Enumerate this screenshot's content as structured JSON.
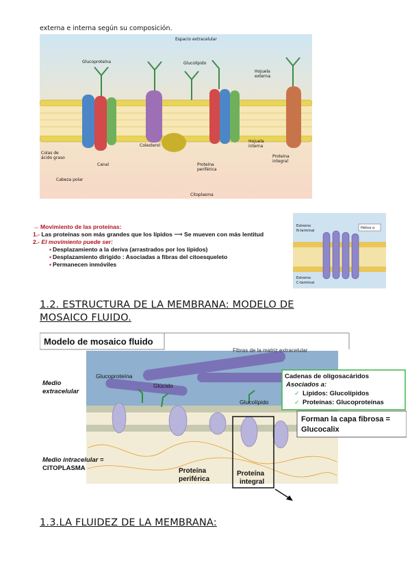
{
  "intro_text": "externa e interna según su composición.",
  "figure1": {
    "top_label": "Espacio extracelular",
    "bottom_label": "Citoplasma",
    "labels": {
      "glucoproteina": "Glucoproteína",
      "glucolipido": "Glucolípido",
      "hojuela_externa_1": "Hojuela",
      "hojuela_externa_2": "externa",
      "hojuela_interna_1": "Hojuela",
      "hojuela_interna_2": "interna",
      "colas_1": "Colas de",
      "colas_2": "ácido graso",
      "canal": "Canal",
      "cabeza_polar": "Cabeza polar",
      "colesterol": "Colesterol",
      "proteina_periferica_1": "Proteína",
      "proteina_periferica_2": "periférica",
      "proteina_integral_1": "Proteína",
      "proteina_integral_2": "integral"
    }
  },
  "movement": {
    "title": "Movimiento de las proteínas:",
    "item1_num": "1.-",
    "item1_a": "Las proteínas son más grandes que los lípidos",
    "item1_b": "Se mueven con más lentitud",
    "item2_num": "2.-",
    "item2_text": "El movimiento puede ser:",
    "subitems": [
      "Desplazamiento a la deriva (arrastrados por los lípidos)",
      "Desplazamiento dirigido : Asociadas a fibras del citoesqueleto",
      "Permanecen inmóviles"
    ]
  },
  "figure2": {
    "n_terminal_1": "Extremo",
    "n_terminal_2": "N-terminal",
    "helix": "Hélice α",
    "c_terminal_1": "Extremo",
    "c_terminal_2": "C-terminal"
  },
  "heading1_line1": "1.2. ESTRUCTURA DE LA MEMBRANA: MODELO DE",
  "heading1_line2": "MOSAICO FLUIDO.",
  "figure3": {
    "title": "Modelo de mosaico fluido",
    "fibras": "Fibras de la matriz extracelular",
    "medio_extra_1": "Medio",
    "medio_extra_2": "extracelular",
    "glucoproteina": "Glucoproteína",
    "glucido": "Glúcido",
    "glucolipido": "Glucolípido",
    "medio_intra_1": "Medio intracelular =",
    "medio_intra_2": "CITOPLASMA",
    "periferica_1": "Proteína",
    "periferica_2": "periférica",
    "integral_1": "Proteína",
    "integral_2": "integral",
    "box_title": "Cadenas de oligosacáridos",
    "box_assoc": "Asociados a:",
    "box_item1": "Lípidos: Glucolípidos",
    "box_item2": "Proteínas: Glucoproteínas",
    "box2_line1": "Forman la capa fibrosa =",
    "box2_line2": "Glucocalix"
  },
  "heading2": "1.3.LA FLUIDEZ DE LA MEMBRANA:"
}
